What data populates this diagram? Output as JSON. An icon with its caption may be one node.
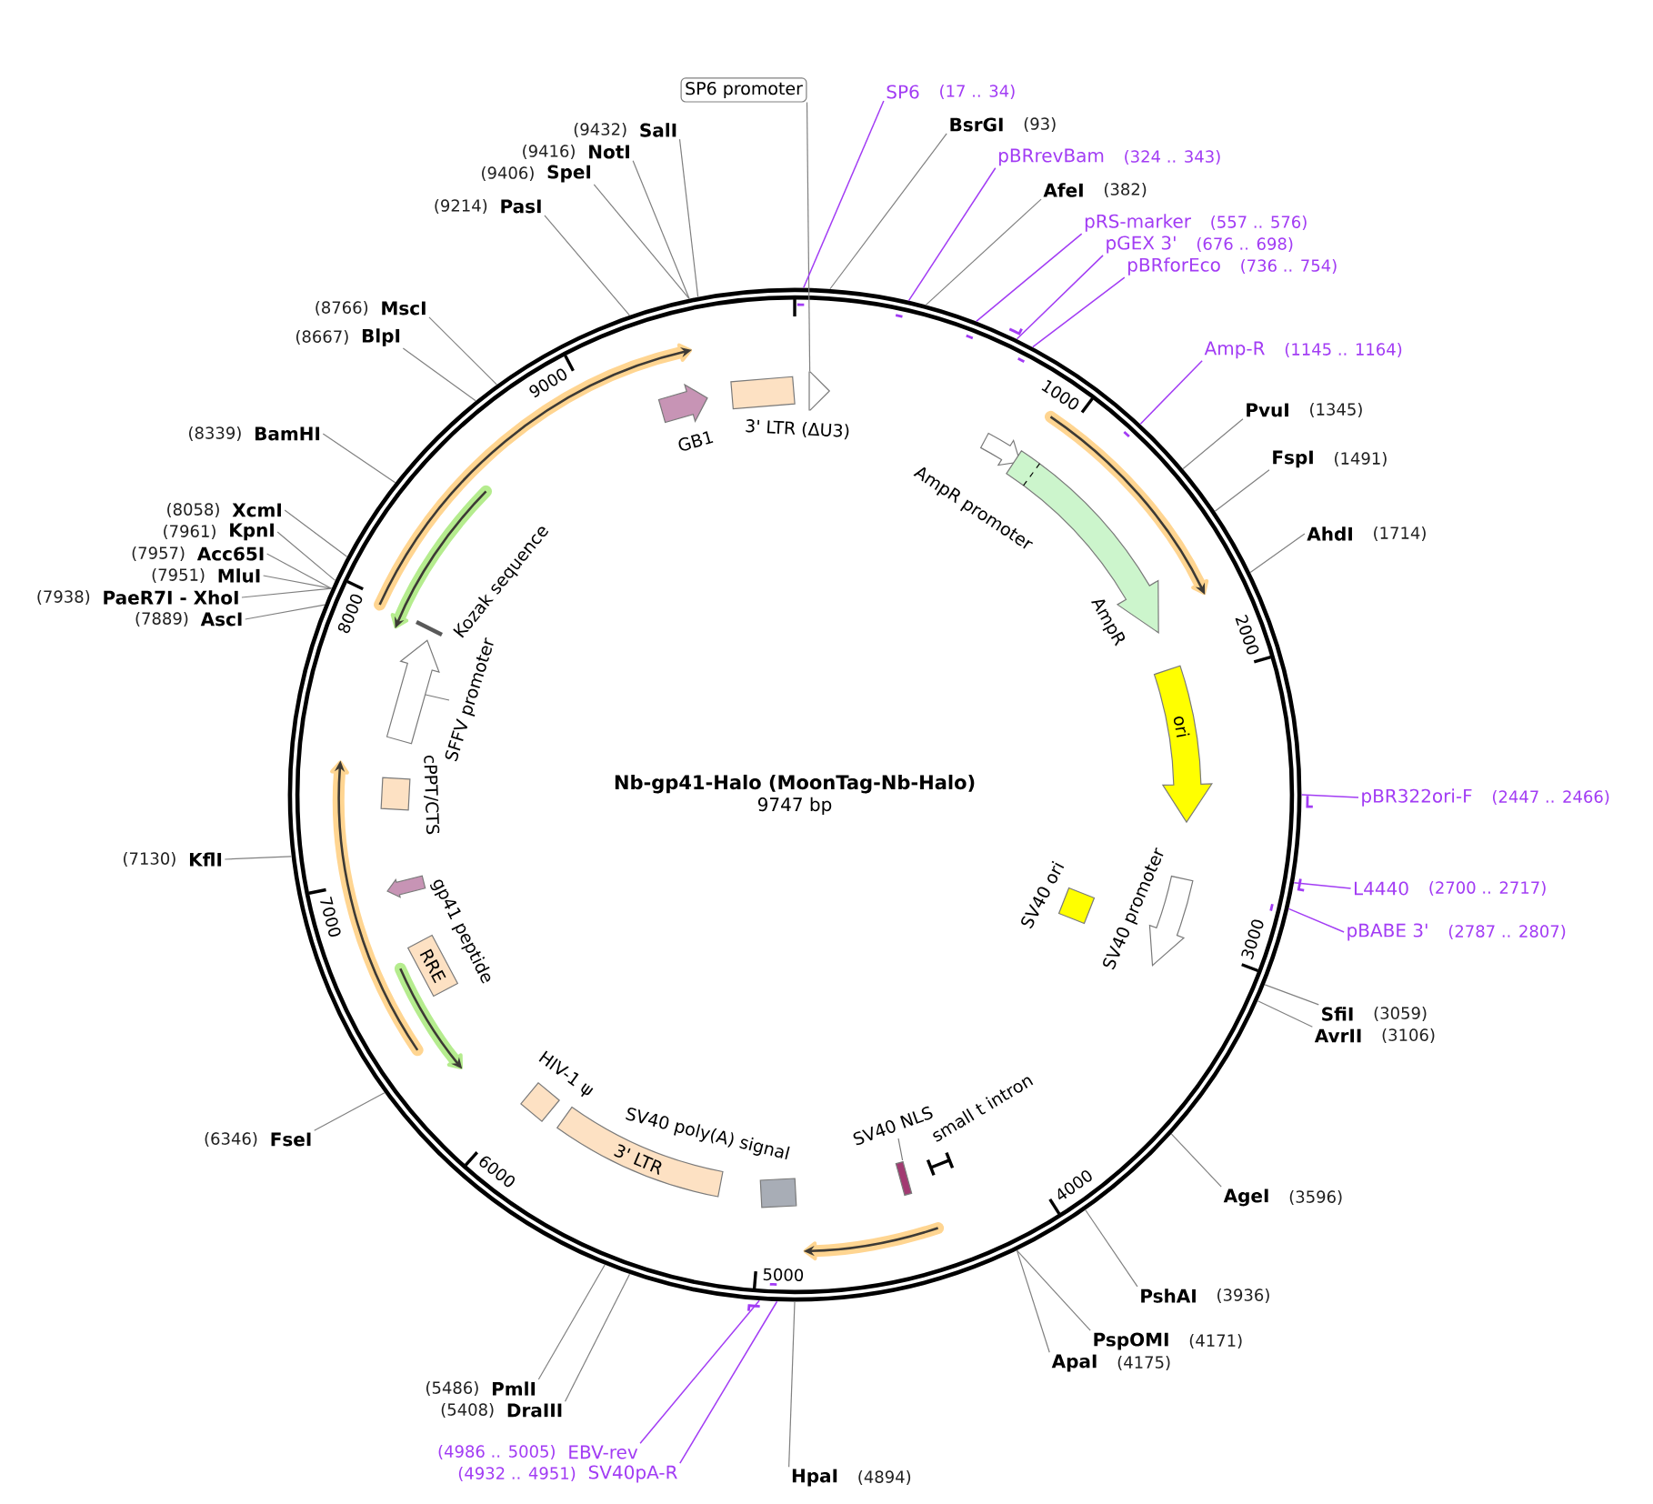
{
  "diagram": {
    "nodes": [
      {
        "text": [
          "Nb-gp41-Halo (MoonTag-Nb-Halo)",
          "9747 bp"
        ]
      },
      {
        "text": [
          "SP6 promoter"
        ]
      },
      {
        "text": [
          "SP6"
        ],
        "beside": [
          "(17 .. 34)"
        ]
      },
      {
        "text": [
          "BsrGI"
        ],
        "beside": [
          "(93)"
        ]
      },
      {
        "text": [
          "pBRrevBam"
        ],
        "beside": [
          "(324 .. 343)"
        ]
      },
      {
        "text": [
          "AfeI"
        ],
        "beside": [
          "(382)"
        ]
      },
      {
        "text": [
          "pRS-marker"
        ],
        "beside": [
          "(557 .. 576)"
        ]
      },
      {
        "text": [
          "pGEX 3'"
        ],
        "beside": [
          "(676 .. 698)"
        ]
      },
      {
        "text": [
          "pBRforEco"
        ],
        "beside": [
          "(736 .. 754)"
        ]
      },
      {
        "text": [
          "Amp-R"
        ],
        "beside": [
          "(1145 .. 1164)"
        ]
      },
      {
        "text": [
          "PvuI"
        ],
        "beside": [
          "(1345)"
        ]
      },
      {
        "text": [
          "FspI"
        ],
        "beside": [
          "(1491)"
        ]
      },
      {
        "text": [
          "AhdI"
        ],
        "beside": [
          "(1714)"
        ]
      },
      {
        "text": [
          "pBR322ori-F"
        ],
        "beside": [
          "(2447 .. 2466)"
        ]
      },
      {
        "text": [
          "L4440"
        ],
        "beside": [
          "(2700 .. 2717)"
        ]
      },
      {
        "text": [
          "pBABE 3'"
        ],
        "beside": [
          "(2787 .. 2807)"
        ]
      },
      {
        "text": [
          "SfiI"
        ],
        "beside": [
          "(3059)"
        ]
      },
      {
        "text": [
          "AvrII"
        ],
        "beside": [
          "(3106)"
        ]
      },
      {
        "text": [
          "AgeI"
        ],
        "beside": [
          "(3596)"
        ]
      },
      {
        "text": [
          "PshAI"
        ],
        "beside": [
          "(3936)"
        ]
      },
      {
        "text": [
          "PspOMI"
        ],
        "beside": [
          "(4171)"
        ]
      },
      {
        "text": [
          "ApaI"
        ],
        "beside": [
          "(4175)"
        ]
      },
      {
        "text": [
          "HpaI"
        ],
        "beside": [
          "(4894)"
        ]
      },
      {
        "text": [
          "EBV-rev"
        ],
        "beside": [
          "(4986 .. 5005)"
        ]
      },
      {
        "text": [
          "SV40pA-R"
        ],
        "beside": [
          "(4932 .. 4951)"
        ]
      },
      {
        "text": [
          "DraIII"
        ],
        "beside": [
          "(5408)"
        ]
      },
      {
        "text": [
          "PmlI"
        ],
        "beside": [
          "(5486)"
        ]
      },
      {
        "text": [
          "FseI"
        ],
        "beside": [
          "(6346)"
        ]
      },
      {
        "text": [
          "KflI"
        ],
        "beside": [
          "(7130)"
        ]
      },
      {
        "text": [
          "AscI"
        ],
        "beside": [
          "(7889)"
        ]
      },
      {
        "text": [
          "PaeR7I - XhoI"
        ],
        "beside": [
          "(7938)"
        ]
      },
      {
        "text": [
          "MluI"
        ],
        "beside": [
          "(7951)"
        ]
      },
      {
        "text": [
          "Acc65I"
        ],
        "beside": [
          "(7957)"
        ]
      },
      {
        "text": [
          "KpnI"
        ],
        "beside": [
          "(7961)"
        ]
      },
      {
        "text": [
          "XcmI"
        ],
        "beside": [
          "(8058)"
        ]
      },
      {
        "text": [
          "BamHI"
        ],
        "beside": [
          "(8339)"
        ]
      },
      {
        "text": [
          "BlpI"
        ],
        "beside": [
          "(8667)"
        ]
      },
      {
        "text": [
          "MscI"
        ],
        "beside": [
          "(8766)"
        ]
      },
      {
        "text": [
          "PasI"
        ],
        "beside": [
          "(9214)"
        ]
      },
      {
        "text": [
          "SpeI"
        ],
        "beside": [
          "(9406)"
        ]
      },
      {
        "text": [
          "NotI"
        ],
        "beside": [
          "(9416)"
        ]
      },
      {
        "text": [
          "SalI"
        ],
        "beside": [
          "(9432)"
        ]
      },
      {
        "text": [],
        "shape": "arrow",
        "in": 0
      },
      {
        "text": [
          "AmpR promoter"
        ],
        "in": 0
      },
      {
        "text": [
          "AmpR"
        ],
        "in": 0
      },
      {
        "text": [
          "ori"
        ],
        "in": 0
      },
      {
        "text": [
          "SV40 promoter"
        ],
        "in": 0
      },
      {
        "text": [
          "SV40 ori"
        ],
        "in": 0
      },
      {
        "text": [
          "small t intron"
        ],
        "in": 0
      },
      {
        "text": [
          "SV40 NLS"
        ],
        "in": 0
      },
      {
        "text": [
          "SV40 poly(A) signal"
        ],
        "in": 0
      },
      {
        "text": [
          "3' LTR"
        ],
        "in": 0
      },
      {
        "text": [
          "HIV-1 ψ"
        ],
        "in": 0
      },
      {
        "text": [
          "RRE"
        ],
        "in": 0
      },
      {
        "text": [
          "gp41 peptide"
        ],
        "in": 0
      },
      {
        "text": [
          "cPPT/CTS"
        ],
        "in": 0
      },
      {
        "text": [
          "SFFV promoter"
        ],
        "in": 0
      },
      {
        "text": [
          "Kozak sequence"
        ],
        "in": 0
      },
      {
        "text": [
          "GB1"
        ],
        "in": 0
      },
      {
        "text": [
          "3' LTR (ΔU3)"
        ],
        "in": 0
      }
    ],
    "edges": [
      {
        "from": 1,
        "to": 42,
        "arrow": "none"
      },
      {
        "from": 2,
        "to": 0,
        "arrow": "none",
        "color": "#a23cf4"
      },
      {
        "from": 3,
        "to": 0,
        "arrow": "none"
      },
      {
        "from": 4,
        "to": 0,
        "arrow": "none",
        "color": "#a23cf4"
      },
      {
        "from": 5,
        "to": 0,
        "arrow": "none"
      },
      {
        "from": 6,
        "to": 0,
        "arrow": "none",
        "color": "#a23cf4"
      },
      {
        "from": 7,
        "to": 0,
        "arrow": "none",
        "color": "#a23cf4"
      },
      {
        "from": 8,
        "to": 0,
        "arrow": "none",
        "color": "#a23cf4"
      },
      {
        "from": 9,
        "to": 0,
        "arrow": "none",
        "color": "#a23cf4"
      },
      {
        "from": 10,
        "to": 0,
        "arrow": "none"
      },
      {
        "from": 11,
        "to": 0,
        "arrow": "none"
      },
      {
        "from": 12,
        "to": 0,
        "arrow": "none"
      },
      {
        "from": 13,
        "to": 0,
        "arrow": "none",
        "color": "#a23cf4"
      },
      {
        "from": 14,
        "to": 0,
        "arrow": "none",
        "color": "#a23cf4"
      },
      {
        "from": 15,
        "to": 0,
        "arrow": "none",
        "color": "#a23cf4"
      },
      {
        "from": 16,
        "to": 0,
        "arrow": "none"
      },
      {
        "from": 17,
        "to": 0,
        "arrow": "none"
      },
      {
        "from": 18,
        "to": 0,
        "arrow": "none"
      },
      {
        "from": 19,
        "to": 0,
        "arrow": "none"
      },
      {
        "from": 20,
        "to": 0,
        "arrow": "none"
      },
      {
        "from": 21,
        "to": 0,
        "arrow": "none"
      },
      {
        "from": 22,
        "to": 0,
        "arrow": "none"
      },
      {
        "from": 23,
        "to": 0,
        "arrow": "none",
        "color": "#a23cf4"
      },
      {
        "from": 24,
        "to": 0,
        "arrow": "none",
        "color": "#a23cf4"
      },
      {
        "from": 25,
        "to": 0,
        "arrow": "none"
      },
      {
        "from": 26,
        "to": 0,
        "arrow": "none"
      },
      {
        "from": 27,
        "to": 0,
        "arrow": "none"
      },
      {
        "from": 28,
        "to": 0,
        "arrow": "none"
      },
      {
        "from": 29,
        "to": 0,
        "arrow": "none"
      },
      {
        "from": 30,
        "to": 0,
        "arrow": "none"
      },
      {
        "from": 31,
        "to": 0,
        "arrow": "none"
      },
      {
        "from": 32,
        "to": 0,
        "arrow": "none"
      },
      {
        "from": 33,
        "to": 0,
        "arrow": "none"
      },
      {
        "from": 34,
        "to": 0,
        "arrow": "none"
      },
      {
        "from": 35,
        "to": 0,
        "arrow": "none"
      },
      {
        "from": 36,
        "to": 0,
        "arrow": "none"
      },
      {
        "from": 37,
        "to": 0,
        "arrow": "none"
      },
      {
        "from": 38,
        "to": 0,
        "arrow": "none"
      },
      {
        "from": 39,
        "to": 0,
        "arrow": "none"
      },
      {
        "from": 40,
        "to": 0,
        "arrow": "none"
      },
      {
        "from": 41,
        "to": 0,
        "arrow": "none"
      }
    ],
    "labels": [
      "1000",
      "2000",
      "3000",
      "4000",
      "5000",
      "6000",
      "7000",
      "8000",
      "9000"
    ]
  }
}
